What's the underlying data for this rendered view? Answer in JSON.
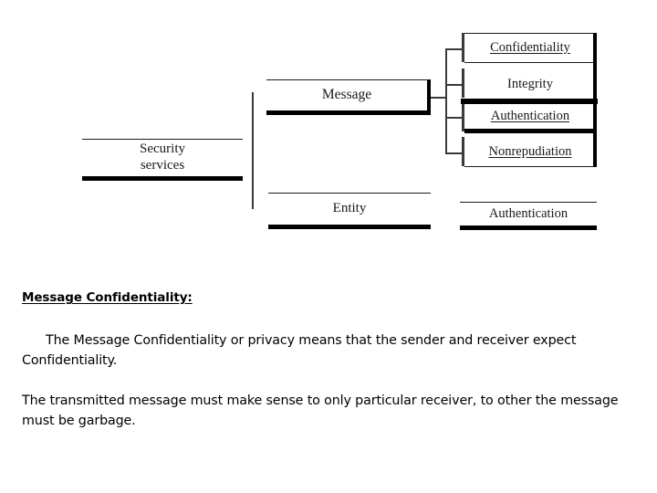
{
  "slide": {
    "diagram": {
      "root": {
        "label": "Security\nservices",
        "name": "security-services"
      },
      "branches": [
        {
          "label": "Message",
          "name": "message"
        },
        {
          "label": "Entity",
          "name": "entity"
        }
      ],
      "message_services": [
        {
          "label": "Confidentiality",
          "underlined": true
        },
        {
          "label": "Integrity",
          "underlined": false
        },
        {
          "label": "Authentication",
          "underlined": true
        },
        {
          "label": "Nonrepudiation",
          "underlined": true
        }
      ],
      "entity_services": [
        {
          "label": "Authentication",
          "underlined": false
        }
      ]
    },
    "content": {
      "heading": "Message Confidentiality:",
      "paragraphs": [
        "The Message Confidentiality or privacy means that the sender and receiver expect Confidentiality.",
        "The transmitted message must make sense to only particular receiver, to other the message must be garbage."
      ]
    }
  },
  "colors": {
    "ink": "#000000",
    "rule": "#1a1a1a",
    "connector": "#3a3a3a",
    "background": "#ffffff"
  }
}
